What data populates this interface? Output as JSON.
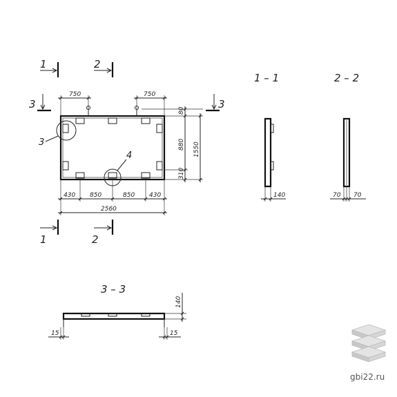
{
  "drawing": {
    "sections": {
      "cut_1": "1",
      "cut_2": "2",
      "cut_3": "3",
      "view_1_1": "1 – 1",
      "view_2_2": "2 – 2",
      "view_3_3": "3 – 3"
    },
    "callouts": {
      "detail_3": "3",
      "detail_4": "4"
    },
    "plan_dims": {
      "top_left": "750",
      "top_right": "750",
      "bottom_430_left": "430",
      "bottom_850_left": "850",
      "bottom_850_right": "850",
      "bottom_430_right": "430",
      "overall_length": "2560",
      "right_80": "80",
      "right_880": "880",
      "right_310": "310",
      "overall_height": "1550"
    },
    "section_dims": {
      "s1_thickness": "140",
      "s2_left": "70",
      "s2_right": "70",
      "s3_height": "140",
      "s3_left": "15",
      "s3_right": "15"
    }
  },
  "watermark": {
    "site": "gbi22.ru"
  }
}
